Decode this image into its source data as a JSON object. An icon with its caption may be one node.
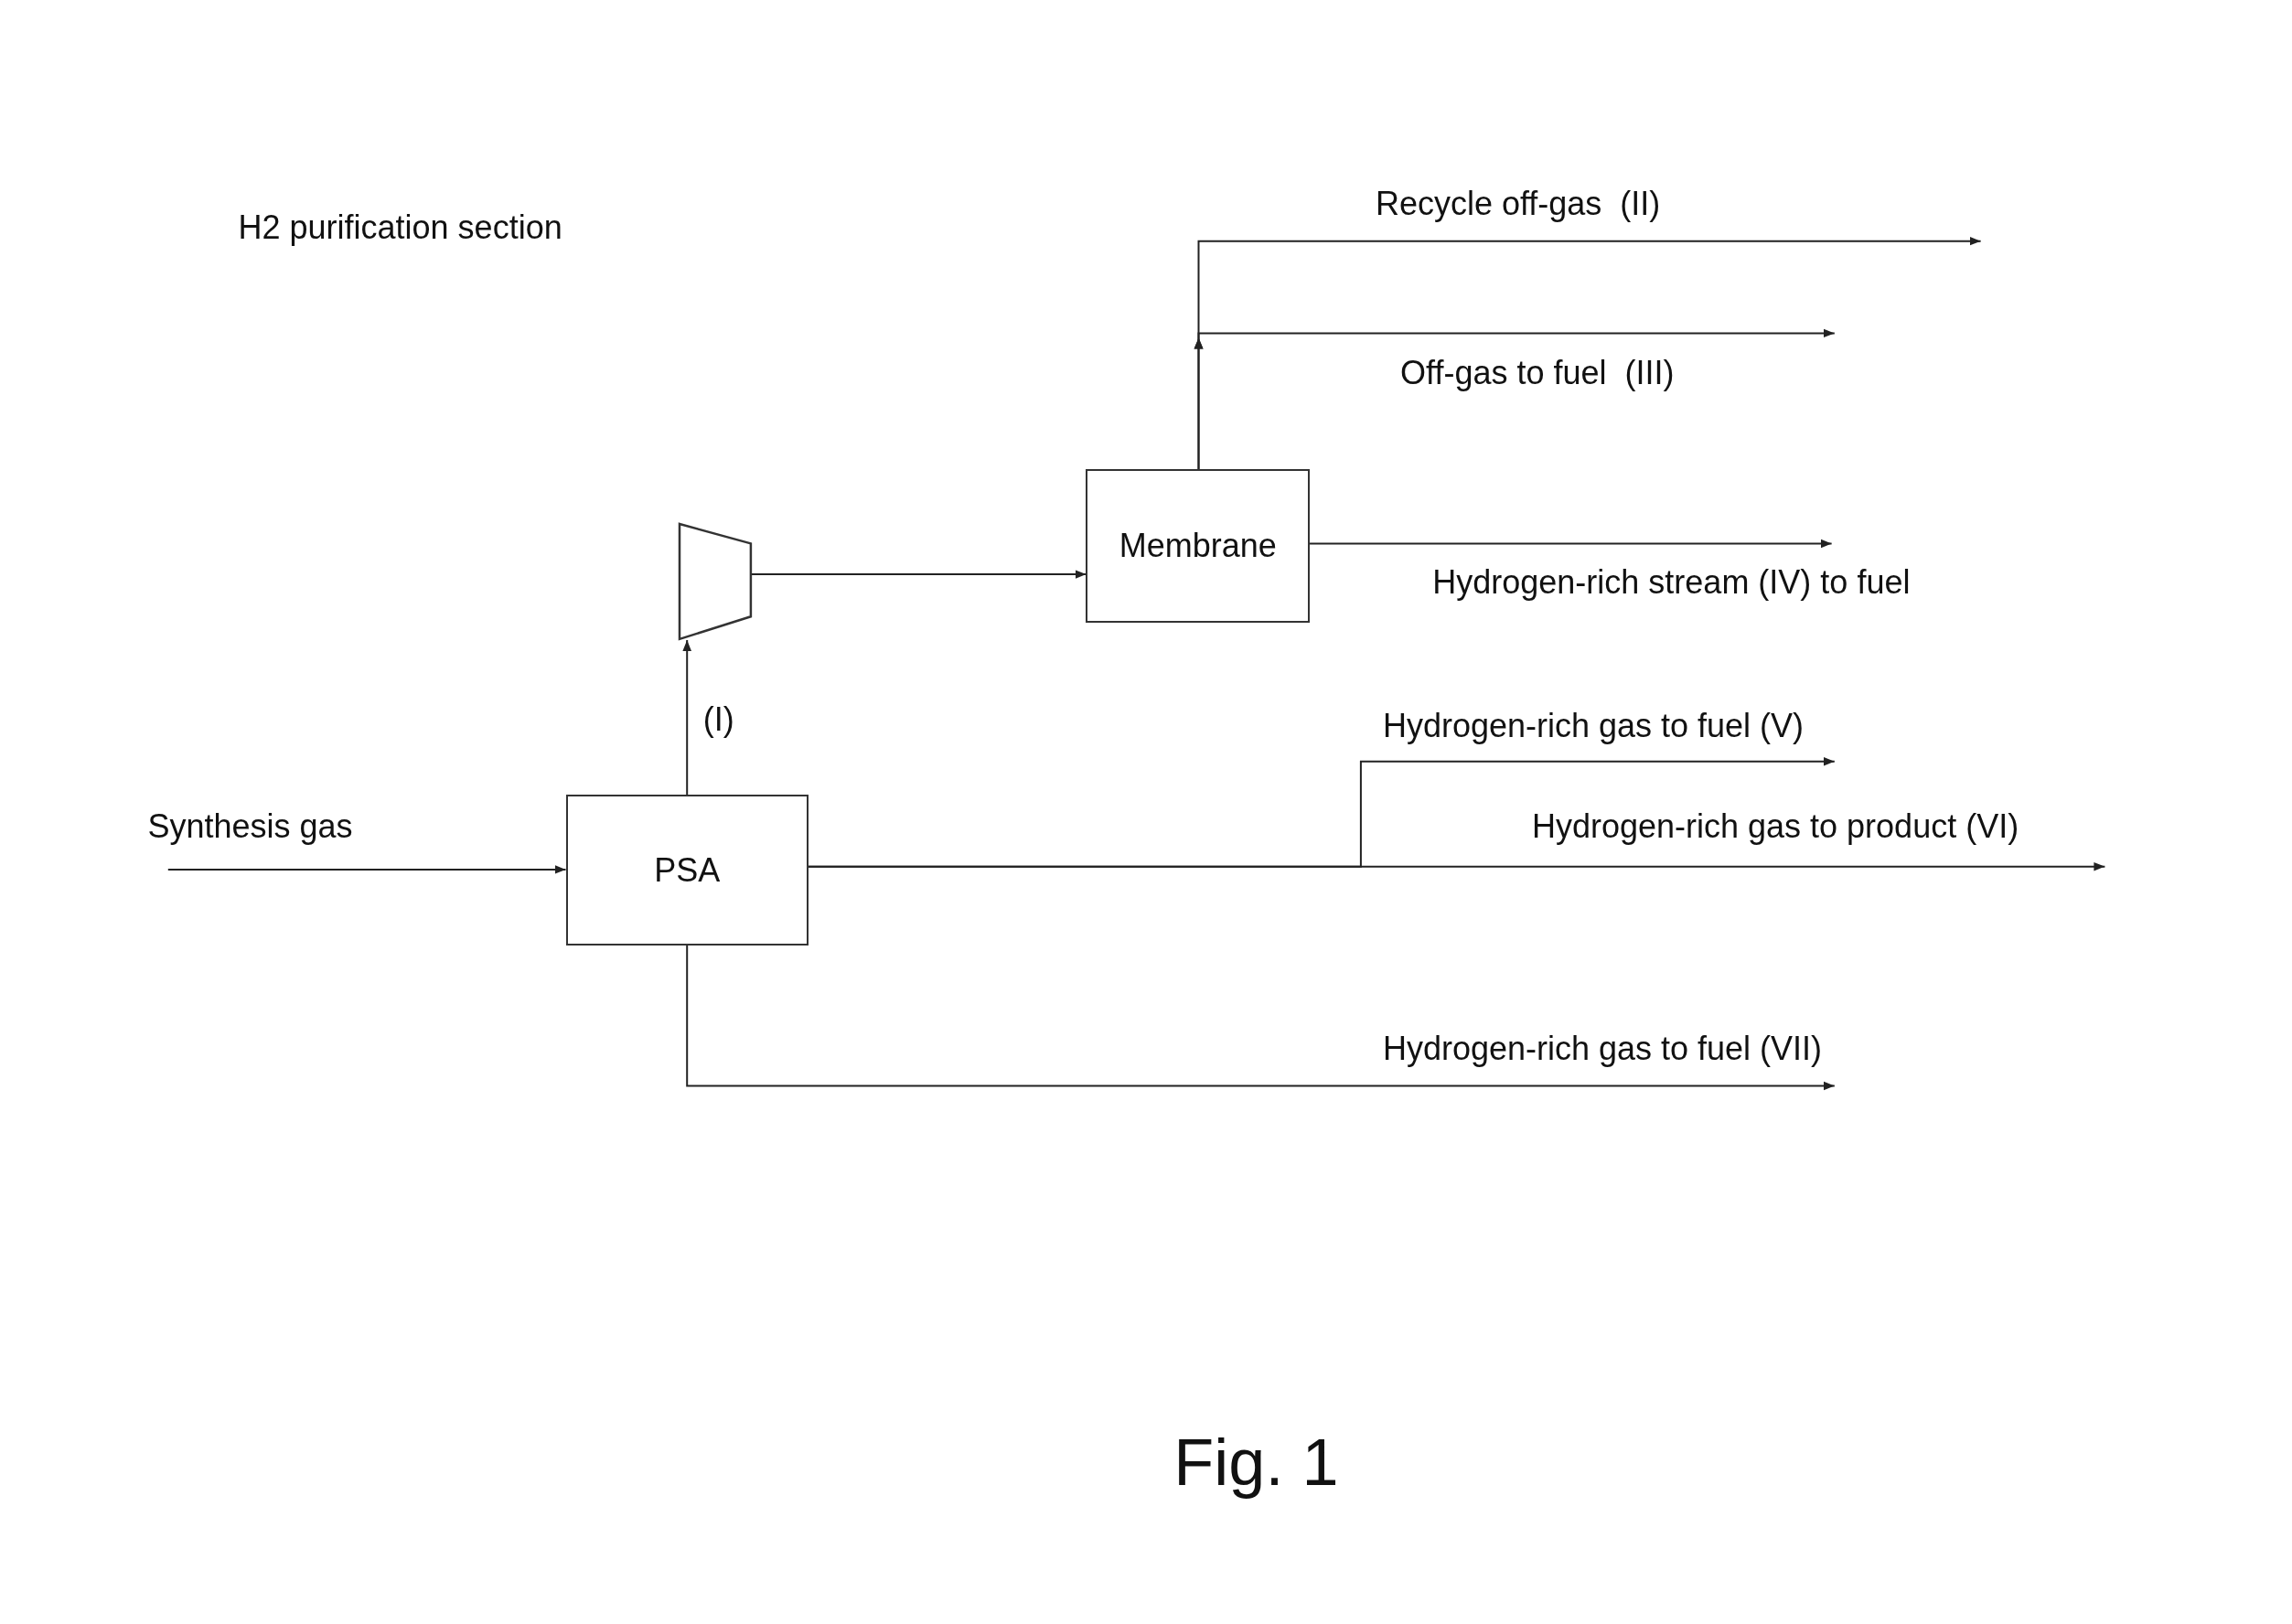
{
  "diagram": {
    "title": "H2 purification section",
    "caption": "Fig. 1",
    "nodes": [
      {
        "text": [
          "Membrane"
        ]
      },
      {
        "text": [],
        "shape": "trapezoid"
      },
      {
        "text": [
          "PSA"
        ]
      }
    ],
    "edges": [
      {
        "from": null,
        "to": 2,
        "arrow": "to",
        "label": "Synthesis gas"
      },
      {
        "from": 2,
        "to": 1,
        "arrow": "to",
        "label": "(I)"
      },
      {
        "from": 1,
        "to": 0,
        "arrow": "to"
      },
      {
        "from": 0,
        "to": null,
        "arrow": "to",
        "label": "Recycle off-gas  (II)"
      },
      {
        "from": 0,
        "to": null,
        "arrow": "to",
        "label": "Off-gas to fuel  (III)"
      },
      {
        "from": 0,
        "to": null,
        "arrow": "to",
        "label": "Hydrogen-rich stream (IV) to fuel"
      },
      {
        "from": 2,
        "to": null,
        "arrow": "to",
        "label": "Hydrogen-rich gas to fuel (V)"
      },
      {
        "from": 2,
        "to": null,
        "arrow": "to",
        "label": "Hydrogen-rich gas to product (VI)"
      },
      {
        "from": 2,
        "to": null,
        "arrow": "to",
        "label": "Hydrogen-rich gas to fuel (VII)"
      }
    ]
  }
}
